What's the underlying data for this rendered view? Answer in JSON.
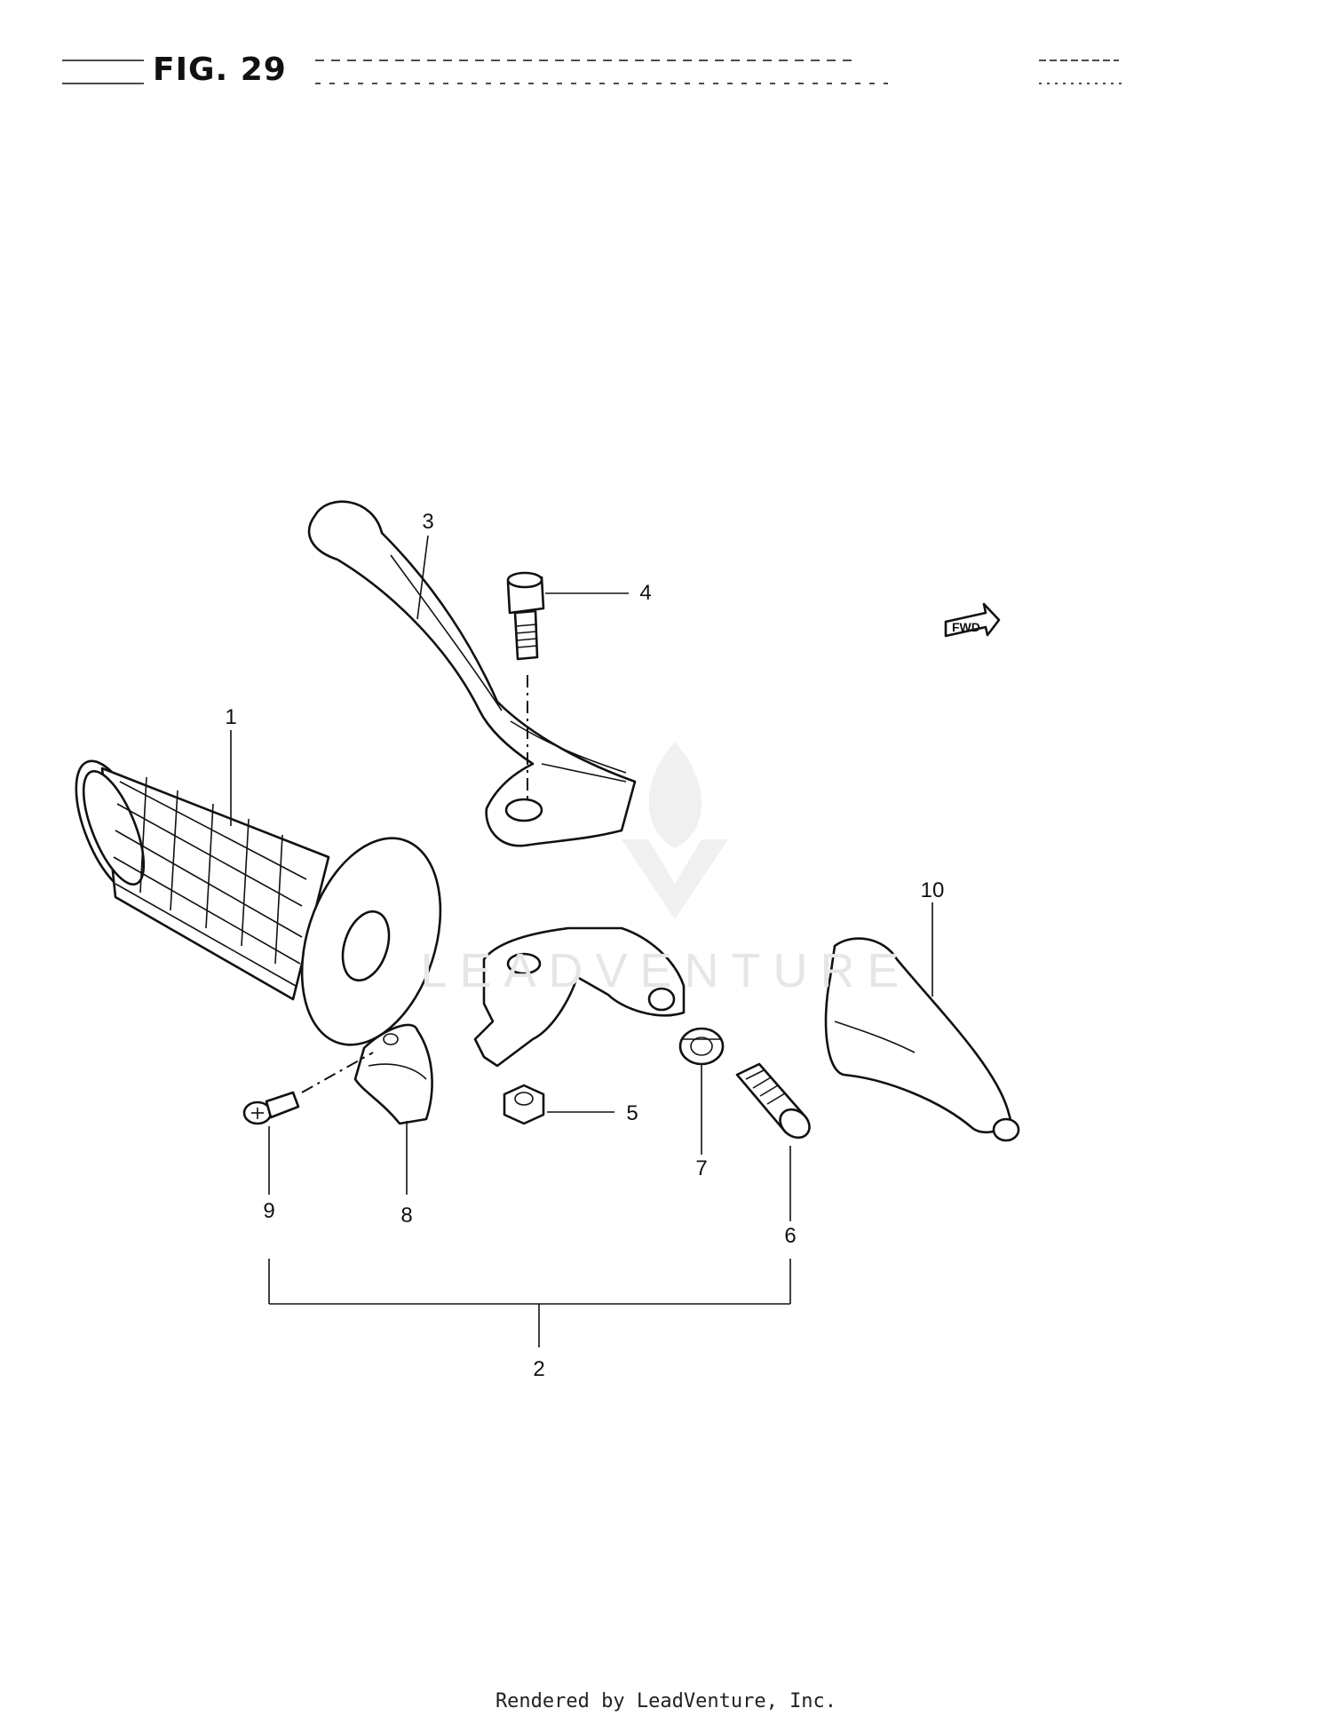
{
  "figure": {
    "title": "FIG. 29"
  },
  "callouts": {
    "c1": "1",
    "c2": "2",
    "c3": "3",
    "c4": "4",
    "c5": "5",
    "c6": "6",
    "c7": "7",
    "c8": "8",
    "c9": "9",
    "c10": "10"
  },
  "fwd_arrow": {
    "label": "FWD"
  },
  "watermark": {
    "text": "LEADVENTURE"
  },
  "footer": {
    "text": "Rendered by LeadVenture, Inc."
  }
}
